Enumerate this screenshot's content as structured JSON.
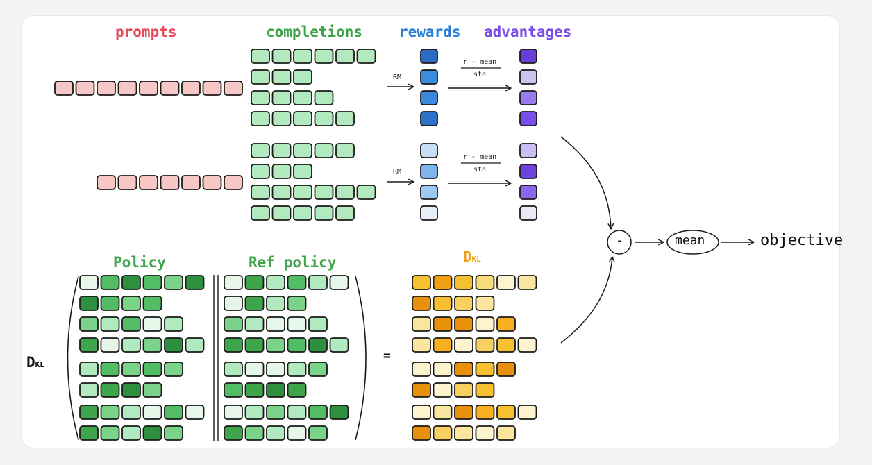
{
  "labels": {
    "prompts": "prompts",
    "completions": "completions",
    "rewards": "rewards",
    "advantages": "advantages",
    "policy": "Policy",
    "ref_policy": "Ref policy",
    "dkl_top": "D",
    "dkl_top_sub": "KL",
    "dkl_left": "D",
    "dkl_left_sub": "KL",
    "rm1": "RM",
    "rm2": "RM",
    "norm_num1": "r - mean",
    "norm_den1": "std",
    "norm_num2": "r - mean",
    "norm_den2": "std",
    "equals": "=",
    "minus": "-",
    "mean": "mean",
    "objective": "objective"
  },
  "colors": {
    "prompt_fill": "#f6c7c5",
    "completion_fill": "#b2eabf",
    "outline": "#1a1a1a",
    "label_prompts": "#e84a5a",
    "label_completions": "#3fa54a",
    "label_rewards": "#2a7fd8",
    "label_advantages": "#7a4ee8",
    "label_policy": "#3fa54a",
    "label_dkl": "#f0a010"
  },
  "groups": [
    {
      "prompt_tokens": 9,
      "completion_lengths": [
        6,
        3,
        4,
        5
      ],
      "rewards": [
        "#2a6cbf",
        "#3b8be0",
        "#3b87de",
        "#2d72c8"
      ],
      "advantages": [
        "#6b3fd6",
        "#cfc3f2",
        "#9b7cee",
        "#7a4ee8"
      ]
    },
    {
      "prompt_tokens": 7,
      "completion_lengths": [
        5,
        3,
        6,
        5
      ],
      "rewards": [
        "#c6def6",
        "#7fb4ec",
        "#9fc8f0",
        "#e7eff9"
      ],
      "advantages": [
        "#cbbdf2",
        "#6e42de",
        "#8b66ea",
        "#ede8f8"
      ]
    }
  ],
  "policy_rows": [
    [
      "#e6f6e9",
      "#52bd64",
      "#2e8f3e",
      "#52bd64",
      "#7bd38a",
      "#2e8f3e"
    ],
    [
      "#2e8f3e",
      "#52bd64",
      "#7bd38a",
      "#52bd64"
    ],
    [
      "#7bd38a",
      "#b2eabf",
      "#52bd64",
      "#e6f6e9",
      "#b2eabf"
    ],
    [
      "#3fa54a",
      "#e6f6e9",
      "#b2eabf",
      "#7bd38a",
      "#2e8f3e",
      "#b2eabf"
    ],
    [
      "#b2eabf",
      "#52bd64",
      "#7bd38a",
      "#52bd64",
      "#7bd38a"
    ],
    [
      "#b2eabf",
      "#3fa54a",
      "#2e8f3e",
      "#7bd38a"
    ],
    [
      "#3fa54a",
      "#7bd38a",
      "#b2eabf",
      "#e6f6e9",
      "#52bd64",
      "#e6f6e9"
    ],
    [
      "#3fa54a",
      "#7bd38a",
      "#b2eabf",
      "#2e8f3e",
      "#7bd38a"
    ]
  ],
  "ref_rows": [
    [
      "#e6f6e9",
      "#3fa54a",
      "#b2eabf",
      "#52bd64",
      "#b2eabf",
      "#e6f6e9"
    ],
    [
      "#e6f6e9",
      "#3fa54a",
      "#b2eabf",
      "#7bd38a"
    ],
    [
      "#7bd38a",
      "#b2eabf",
      "#e6f6e9",
      "#e6f6e9",
      "#b2eabf"
    ],
    [
      "#3fa54a",
      "#3fa54a",
      "#7bd38a",
      "#52bd64",
      "#2e8f3e",
      "#b2eabf"
    ],
    [
      "#b2eabf",
      "#e6f6e9",
      "#e6f6e9",
      "#b2eabf",
      "#7bd38a"
    ],
    [
      "#52bd64",
      "#3fa54a",
      "#2e8f3e",
      "#3fa54a"
    ],
    [
      "#e6f6e9",
      "#b2eabf",
      "#7bd38a",
      "#b2eabf",
      "#52bd64",
      "#2e8f3e"
    ],
    [
      "#3fa54a",
      "#7bd38a",
      "#b2eabf",
      "#e6f6e9",
      "#7bd38a"
    ]
  ],
  "dkl_rows": [
    [
      "#f6c030",
      "#f0a010",
      "#f6c030",
      "#f8dc7c",
      "#fdf3cf",
      "#fbe6a0"
    ],
    [
      "#e8900a",
      "#f6c030",
      "#f8d060",
      "#fbe6a0"
    ],
    [
      "#fbe6a0",
      "#e8900a",
      "#e8900a",
      "#fdf3cf",
      "#f6b020"
    ],
    [
      "#fbe6a0",
      "#f6b020",
      "#fdf3cf",
      "#f8d060",
      "#f6c030",
      "#fdf3cf"
    ],
    [
      "#fdf3cf",
      "#fdf3cf",
      "#e8900a",
      "#f6c030",
      "#e8900a"
    ],
    [
      "#e8900a",
      "#fdf3cf",
      "#f8d060",
      "#f6c030"
    ],
    [
      "#fdf3cf",
      "#fbe6a0",
      "#e8900a",
      "#f6b020",
      "#f6c030",
      "#fdf3cf"
    ],
    [
      "#e8900a",
      "#f8d060",
      "#fbe6a0",
      "#fdf3cf",
      "#fbe6a0"
    ]
  ]
}
